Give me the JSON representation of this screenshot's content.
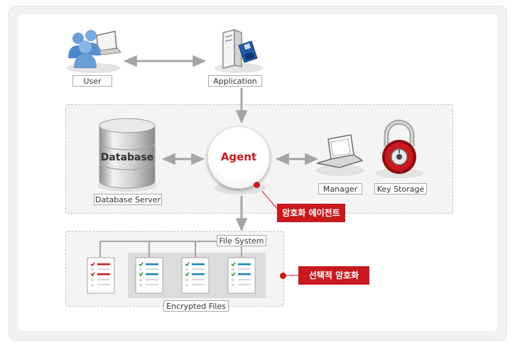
{
  "nodes": {
    "user": "User",
    "application": "Application",
    "database_server": "Database Server",
    "database": "Database",
    "agent": "Agent",
    "manager": "Manager",
    "key_storage": "Key Storage",
    "file_system": "File System",
    "encrypted_files": "Encrypted Files"
  },
  "callouts": {
    "agent_callout": "암호화 에이전트",
    "files_callout": "선택적 암호화"
  },
  "colors": {
    "accent_red": "#c8191e",
    "connector_gray": "#a5a5a5",
    "panel_gray": "#f4f4f4",
    "file_check_red": "#c8191e",
    "file_check_blue": "#1a82b8",
    "file_check_green": "#2b9a35"
  },
  "icons": {
    "user": "users-with-laptop-icon",
    "application": "application-server-icon",
    "database": "database-cylinder-icon",
    "manager": "laptop-icon",
    "key_storage": "padlock-safe-icon",
    "file": "document-checklist-icon"
  }
}
